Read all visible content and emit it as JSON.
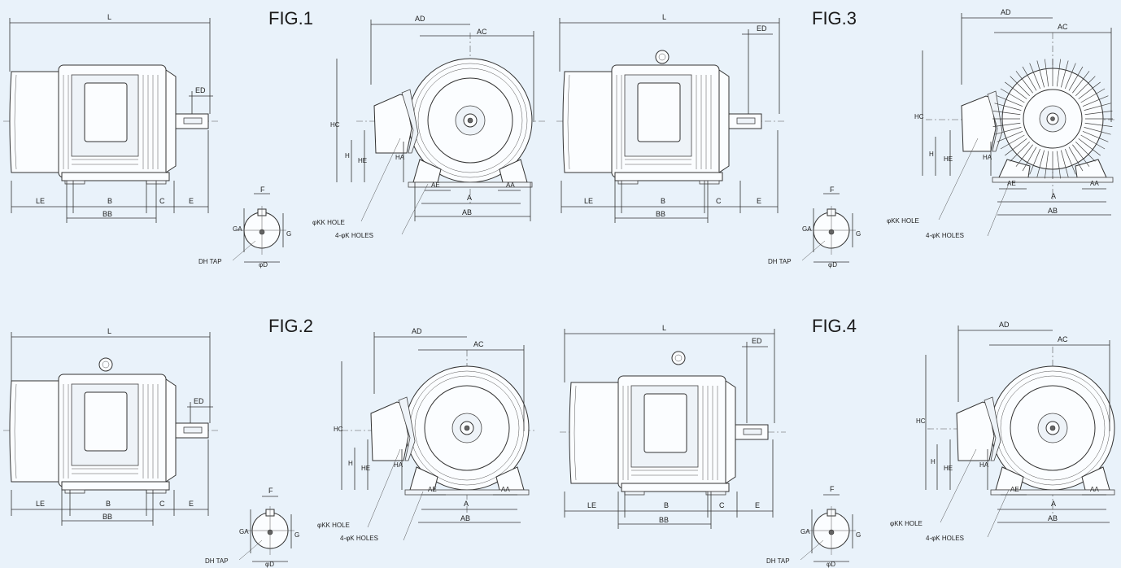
{
  "figures": [
    {
      "title": "FIG.1"
    },
    {
      "title": "FIG.2"
    },
    {
      "title": "FIG.3"
    },
    {
      "title": "FIG.4"
    }
  ],
  "labels": {
    "L": "L",
    "ED": "ED",
    "E": "E",
    "LE": "LE",
    "B": "B",
    "BB": "BB",
    "C": "C",
    "AD": "AD",
    "AC": "AC",
    "HC": "HC",
    "H": "H",
    "HE": "HE",
    "HA": "HA",
    "AE": "AE",
    "A": "A",
    "AA": "AA",
    "AB": "AB",
    "F": "F",
    "GA": "GA",
    "G": "G",
    "phiD": "φD",
    "DH_TAP": "DH TAP",
    "KK_HOLE": "φKK HOLE",
    "K_HOLES": "4-φK HOLES"
  }
}
